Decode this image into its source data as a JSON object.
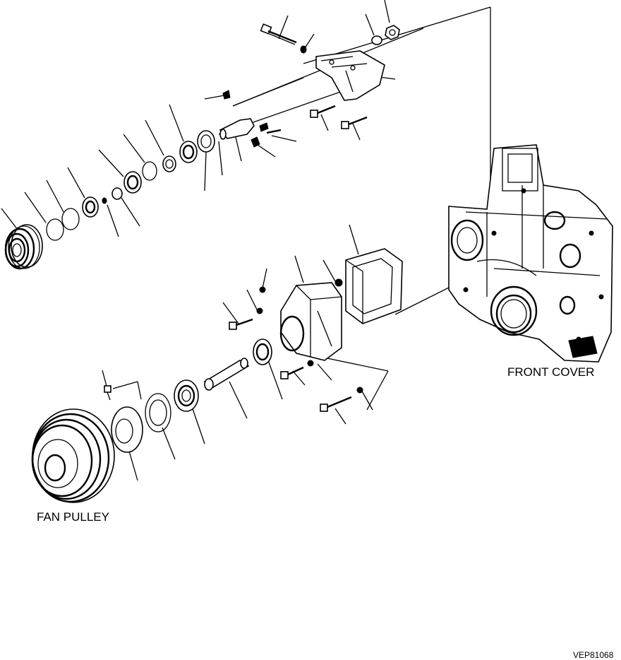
{
  "labels": {
    "front_cover": "FRONT COVER",
    "fan_pulley": "FAN PULLEY",
    "drawing_code": "VEP81068"
  }
}
